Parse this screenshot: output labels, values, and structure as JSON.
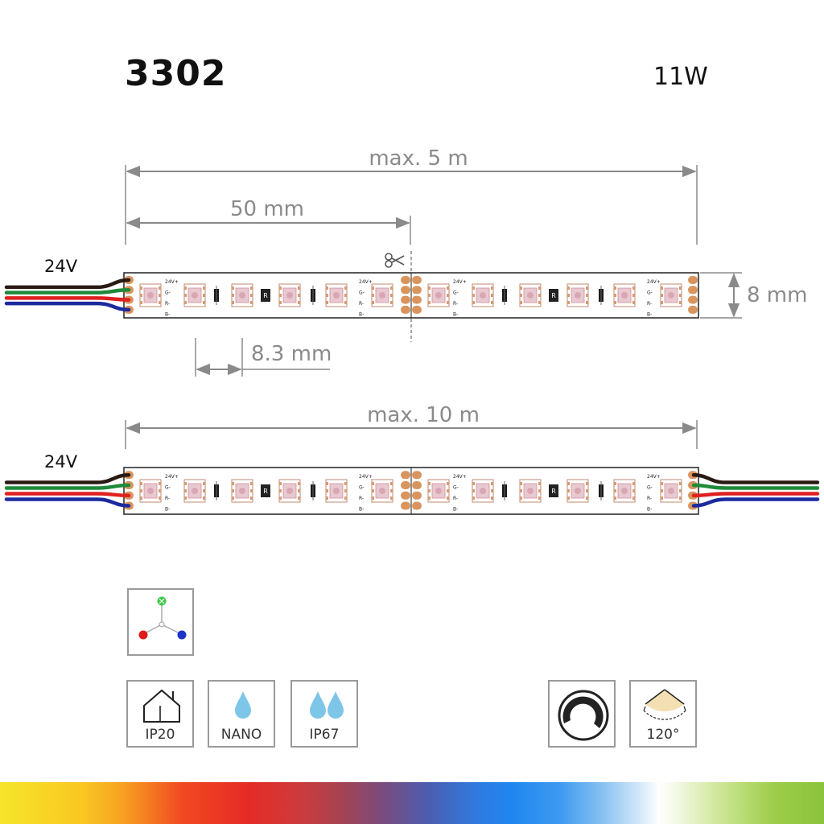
{
  "header": {
    "model": "3302",
    "power": "11W"
  },
  "strip1": {
    "voltage": "24V",
    "max_length": "max. 5 m",
    "segment_length": "50 mm",
    "led_pitch": "8.3 mm",
    "width": "8 mm",
    "pads": [
      "24V+",
      "G-",
      "R-",
      "B-"
    ],
    "resistor_marker": "R"
  },
  "strip2": {
    "voltage": "24V",
    "max_length": "max. 10 m",
    "pads": [
      "24V+",
      "G-",
      "R-",
      "B-"
    ],
    "resistor_marker": "R"
  },
  "wire_colors": {
    "black": "#2a1a14",
    "green": "#1f8a3a",
    "red": "#e02020",
    "blue": "#1c2a9e"
  },
  "pad_color": "#d9955e",
  "icons": {
    "rgb": {
      "icon": "rgb-channels-icon"
    },
    "ip20": {
      "icon": "house-icon",
      "label": "IP20"
    },
    "nano": {
      "icon": "water-drop-icon",
      "label": "NANO"
    },
    "ip67": {
      "icon": "double-drop-icon",
      "label": "IP67"
    },
    "dimmable": {
      "icon": "dimmer-dial-icon"
    },
    "beam": {
      "icon": "beam-angle-icon",
      "label": "120°"
    }
  }
}
